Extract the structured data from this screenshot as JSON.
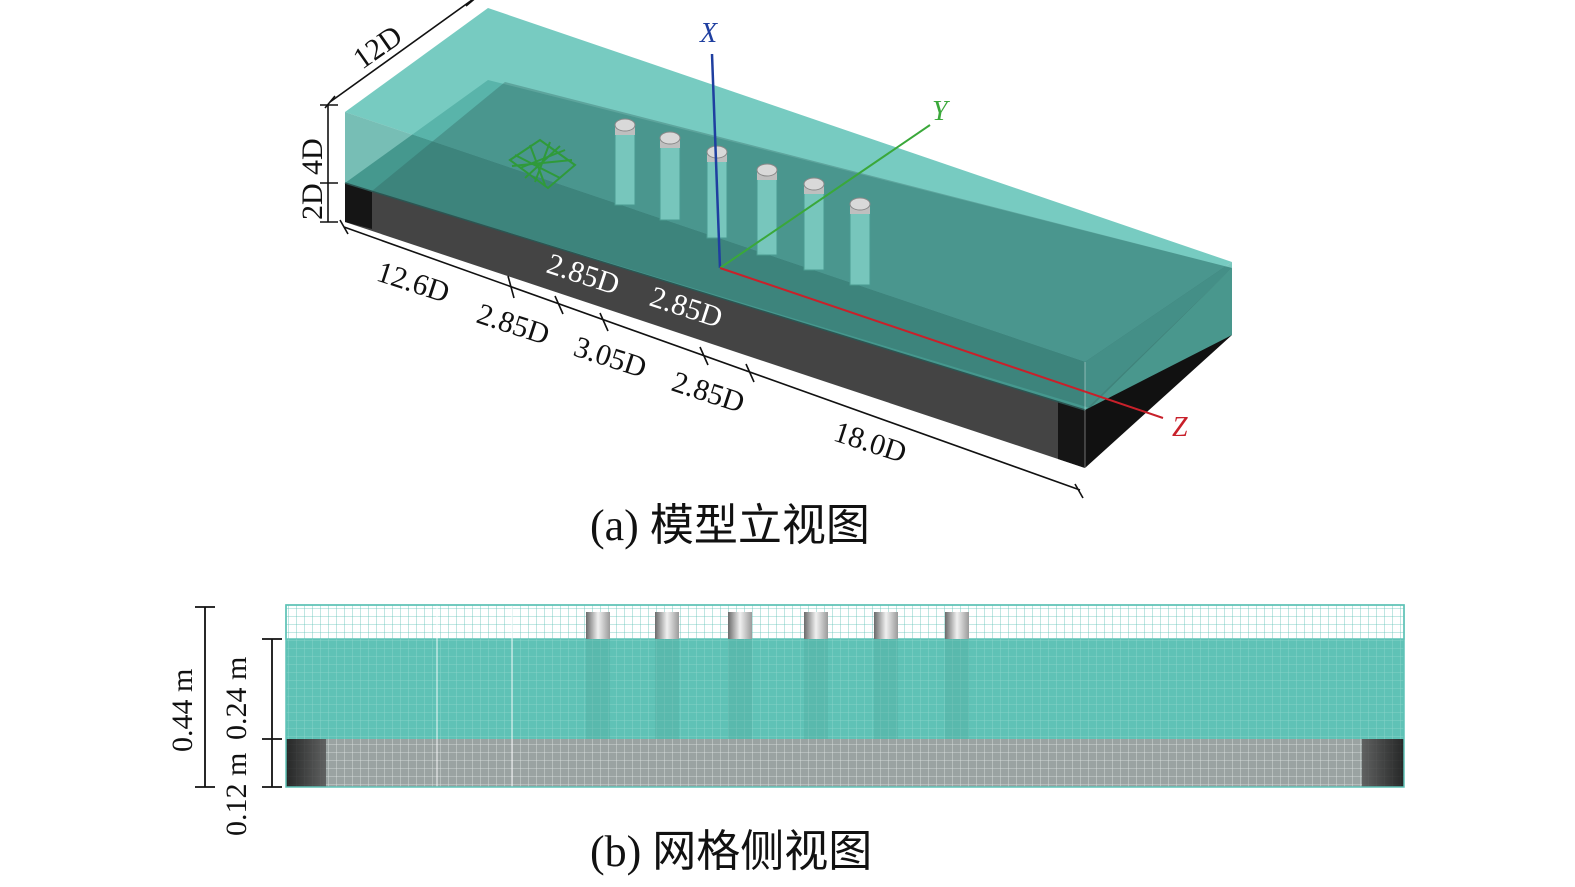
{
  "colors": {
    "water": "#5fc2b6",
    "water_top": "#66c8bc",
    "water_edge": "#4aa89c",
    "seabed_top": "#3c6b68",
    "seabed_front": "#444444",
    "seabed_dark": "#1a1a1a",
    "pile": "#7fcfc4",
    "pile_cap": "#d9d9d9",
    "axis_x": "#1f3fa0",
    "axis_y": "#3aa83a",
    "axis_z": "#c8202a",
    "mesh_line": "#5fc2b6",
    "mesh_air": "#eaf7f5"
  },
  "panel_a": {
    "caption": "(a) 模型立视图",
    "dimensions": {
      "width": "12D",
      "water_depth": "4D",
      "seabed_depth": "2D",
      "segments": [
        "12.6D",
        "2.85D",
        "3.05D",
        "2.85D",
        "18.0D"
      ],
      "top_segments": [
        "2.85D",
        "2.85D"
      ]
    },
    "axes": {
      "x": "X",
      "y": "Y",
      "z": "Z"
    },
    "pile_count": 6
  },
  "panel_b": {
    "caption": "(b) 网格侧视图",
    "dimensions": {
      "total_height": "0.44 m",
      "water_height": "0.24 m",
      "seabed_height": "0.12 m"
    },
    "pile_count": 6
  }
}
